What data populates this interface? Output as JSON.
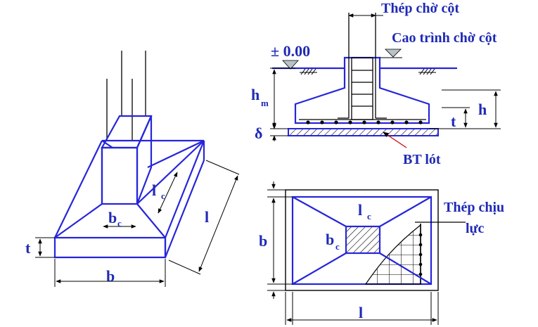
{
  "colors": {
    "outline": "#2626d9",
    "text": "#1f2ab4",
    "dimension": "#000000",
    "leader": "#d00000",
    "grade_marker": "#b8c3c8"
  },
  "labels": {
    "column_rebar": "Thép chờ cột",
    "column_level": "Cao trình chờ cột",
    "ground_level": "± 0.00",
    "hm_main": "h",
    "hm_sub": "m",
    "delta": "δ",
    "h": "h",
    "t_section": "t",
    "lean_concrete": "BT lót",
    "t_iso": "t",
    "b_iso": "b",
    "l_iso": "l",
    "lc_iso_main": "l",
    "lc_iso_sub": "c",
    "bc_iso_main": "b",
    "bc_iso_sub": "c",
    "b_plan": "b",
    "l_plan": "l",
    "lc_plan_main": "l",
    "lc_plan_sub": "c",
    "bc_plan_main": "b",
    "bc_plan_sub": "c",
    "main_rebar_line1": "Thép chịu",
    "main_rebar_line2": "lực"
  }
}
